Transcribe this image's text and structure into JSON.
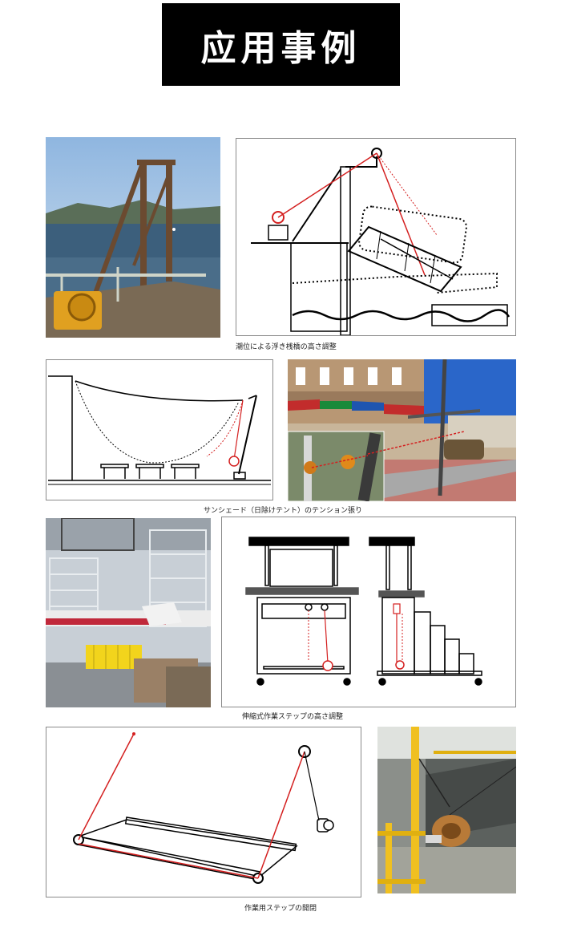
{
  "header": {
    "title": "应用事例"
  },
  "captions": {
    "c1": "潮位による浮き桟橋の高さ調整",
    "c2": "サンシェード（日除けテント）のテンション張り",
    "c3": "伸縮式作業ステップの高さ調整",
    "c4": "作業用ステップの開閉"
  },
  "colors": {
    "red": "#d42020",
    "line": "#000000",
    "accent_yellow": "#f0c020"
  }
}
